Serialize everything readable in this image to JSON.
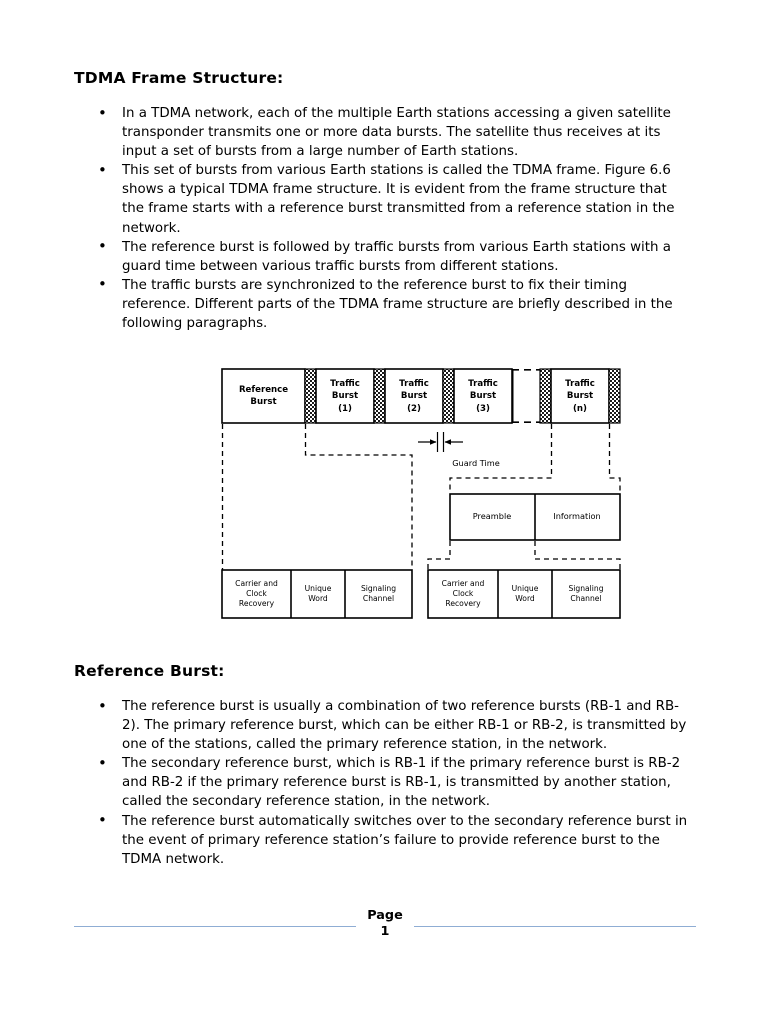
{
  "document": {
    "sections": [
      {
        "heading": "TDMA Frame Structure:",
        "bullets": [
          "In a TDMA network, each of the multiple Earth stations accessing a given satellite transponder transmits one or more data bursts. The satellite thus receives at its input a set of bursts from a large number of Earth stations.",
          "This set of bursts from various Earth stations is called the TDMA frame. Figure 6.6 shows a typical TDMA frame structure. It is evident from the frame structure that the frame starts with a reference burst transmitted from a reference station in the network.",
          "The reference burst is followed by traffic bursts from various Earth stations with a guard time between various traffic bursts from different stations.",
          " The traffic bursts are synchronized to the reference burst to fix their timing reference. Different parts of the TDMA frame structure are briefly described in the following paragraphs."
        ]
      },
      {
        "heading": "Reference Burst:",
        "bullets": [
          "The reference burst is usually a combination of two reference bursts (RB-1 and RB-2). The primary reference burst, which can be either RB-1 or RB-2, is transmitted by one of the stations, called the primary reference station, in the network.",
          "The secondary reference burst, which is RB-1 if the primary reference burst is RB-2 and RB-2 if the primary reference burst is RB-1, is transmitted by another station, called the secondary reference station, in the network.",
          "The reference burst automatically switches over to the secondary reference burst in the event of primary reference station’s failure to provide reference burst to the TDMA network."
        ]
      }
    ]
  },
  "figure": {
    "frame_row": {
      "reference_burst": "Reference\nBurst",
      "reference_burst_line1": "Reference",
      "reference_burst_line2": "Burst",
      "traffic_bursts": [
        {
          "line1": "Traffic",
          "line2": "Burst",
          "line3": "(1)"
        },
        {
          "line1": "Traffic",
          "line2": "Burst",
          "line3": "(2)"
        },
        {
          "line1": "Traffic",
          "line2": "Burst",
          "line3": "(3)"
        },
        {
          "line1": "Traffic",
          "line2": "Burst",
          "line3": "(n)"
        }
      ]
    },
    "guard_time_label": "Guard Time",
    "burst_detail": {
      "preamble": "Preamble",
      "information": "Information"
    },
    "preamble_detail_left": {
      "carrier_line1": "Carrier and",
      "carrier_line2": "Clock",
      "carrier_line3": "Recovery",
      "unique_line1": "Unique",
      "unique_line2": "Word",
      "signaling_line1": "Signaling",
      "signaling_line2": "Channel"
    },
    "preamble_detail_right": {
      "carrier_line1": "Carrier and",
      "carrier_line2": "Clock",
      "carrier_line3": "Recovery",
      "unique_line1": "Unique",
      "unique_line2": "Word",
      "signaling_line1": "Signaling",
      "signaling_line2": "Channel"
    }
  },
  "footer": {
    "page_label": "Page",
    "page_number": "1",
    "rule_color": "#8FADD4"
  }
}
